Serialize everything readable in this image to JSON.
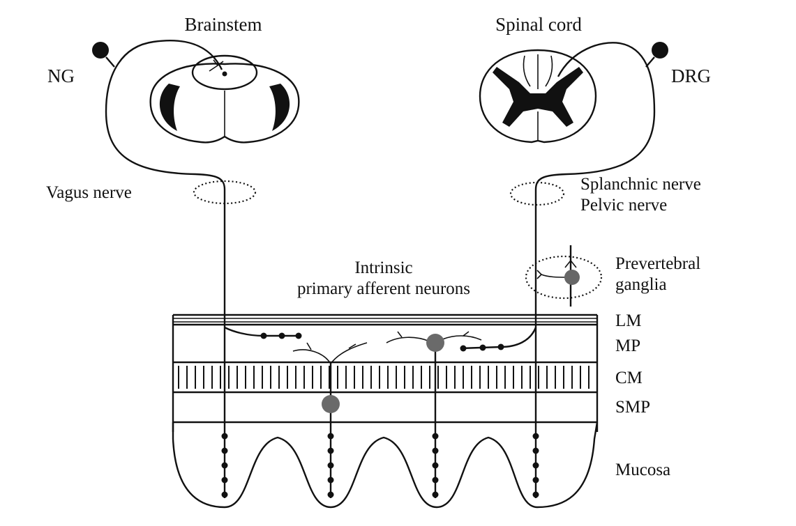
{
  "labels": {
    "brainstem": "Brainstem",
    "spinal_cord": "Spinal cord",
    "ng": "NG",
    "drg": "DRG",
    "vagus_nerve": "Vagus nerve",
    "splanchnic_nerve": "Splanchnic nerve",
    "pelvic_nerve": "Pelvic nerve",
    "intrinsic_line1": "Intrinsic",
    "intrinsic_line2": "primary afferent neurons",
    "prevertebral_line1": "Prevertebral",
    "prevertebral_line2": "ganglia",
    "lm": "LM",
    "mp": "MP",
    "cm": "CM",
    "smp": "SMP",
    "mucosa": "Mucosa"
  },
  "colors": {
    "ink": "#111111",
    "neuron_gray": "#6a6a6a",
    "background": "#ffffff"
  }
}
